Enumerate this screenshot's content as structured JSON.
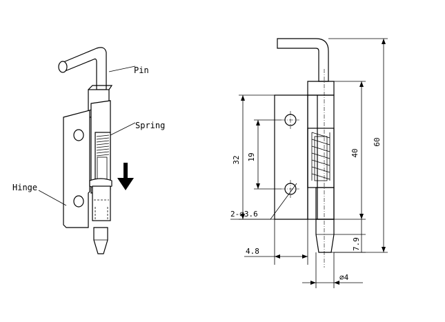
{
  "labels": {
    "pin": "Pin",
    "spring": "Spring",
    "hinge": "Hinge"
  },
  "dimensions": {
    "hole_spacing": "19",
    "hinge_height": "32",
    "total_hinge": "40",
    "overall_length": "60",
    "pin_tip": "7.9",
    "hole_diameter": "2-∅3.6",
    "offset": "4.8",
    "pin_diameter": "∅4"
  }
}
